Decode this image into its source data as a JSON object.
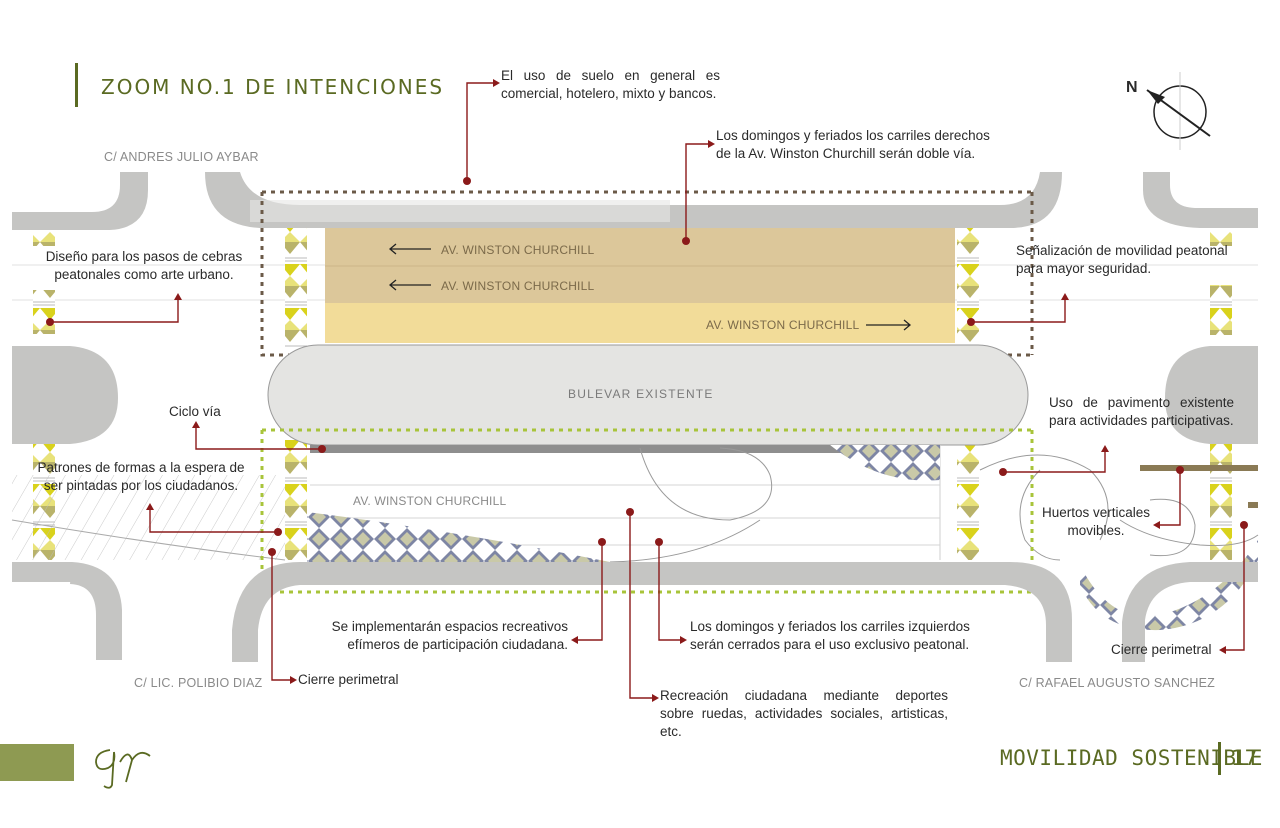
{
  "title": "ZOOM NO.1 DE INTENCIONES",
  "streets": {
    "top_left": "C/ ANDRES JULIO AYBAR",
    "bottom_left": "C/ LIC. POLIBIO DIAZ",
    "bottom_right": "C/ RAFAEL AUGUSTO SANCHEZ"
  },
  "lanes": {
    "lane1": "AV. WINSTON CHURCHILL",
    "lane2": "AV. WINSTON CHURCHILL",
    "lane3": "AV. WINSTON CHURCHILL",
    "lane4": "AV. WINSTON CHURCHILL",
    "boulevard": "BULEVAR EXISTENTE"
  },
  "annotations": {
    "land_use": [
      "El uso de suelo en general  es",
      "comercial, hotelero, mixto y bancos."
    ],
    "sundays_right": [
      "Los domingos y feriados los carriles derechos",
      "de la Av. Winston Churchill serán  doble vía."
    ],
    "crosswalks": [
      "Diseño para los pasos de cebras",
      "peatonales como arte urbano."
    ],
    "signage": [
      "Señalización de movilidad peatonal",
      "para mayor seguridad."
    ],
    "bike_lane": "Ciclo vía",
    "pavement": [
      "Uso  de  pavimento  existente",
      "para actividades participativas."
    ],
    "patterns": [
      "Patrones de formas a la espera de",
      "ser pintadas por los ciudadanos."
    ],
    "vertical_gardens": [
      "Huertos verticales",
      "movibles."
    ],
    "ephemeral": [
      "Se implementarán espacios recreativos",
      "efímeros de participación ciudadana."
    ],
    "sundays_left": [
      "Los domingos y feriados los carriles izquierdos",
      "serán cerrados para el uso exclusivo peatonal."
    ],
    "perimeter_left": "Cierre perimetral",
    "perimeter_right": "Cierre perimetral",
    "recreation": [
      "Recreación  ciudadana  mediante  deportes",
      "sobre ruedas, actividades sociales, artisticas,",
      "etc."
    ]
  },
  "compass": {
    "label": "N"
  },
  "footer": {
    "section": "MOVILIDAD SOSTENIBLE",
    "page": "17",
    "signature": "gp"
  },
  "colors": {
    "accent_green": "#5a6a22",
    "footer_block": "#8e9a52",
    "annotation_red": "#8b1a1a",
    "road_gray": "#c5c5c3",
    "lane_tan": "#dcc79a",
    "lane_yellow": "#f2dc99",
    "pattern_yellow": "#d9d21c"
  }
}
